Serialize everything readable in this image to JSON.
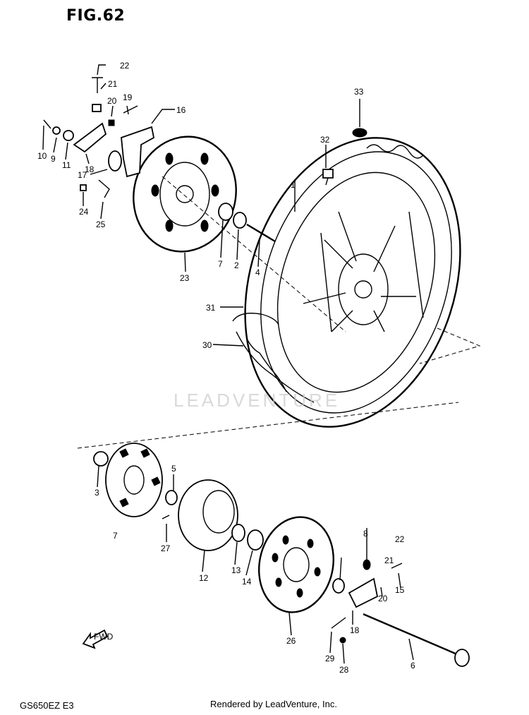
{
  "figure": {
    "title": "FIG.62",
    "model_code": "GS650EZ E3",
    "credit": "Rendered by LeadVenture, Inc.",
    "watermark": "LEADVENTURE"
  },
  "callouts": [
    "22",
    "21",
    "20",
    "19",
    "16",
    "10",
    "9",
    "11",
    "18",
    "17",
    "24",
    "25",
    "23",
    "7",
    "2",
    "4",
    "33",
    "32",
    "1",
    "31",
    "30",
    "3",
    "5",
    "27",
    "13",
    "14",
    "26",
    "12",
    "28",
    "29",
    "6",
    "8",
    "15"
  ],
  "icons": {
    "fwd_arrow": "FWD",
    "fwd_arrow_name": "fwd-arrow-icon"
  }
}
